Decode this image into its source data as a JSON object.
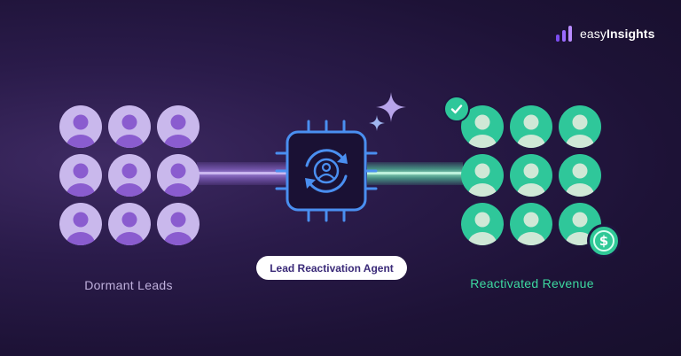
{
  "logo": {
    "brand_part1": "easy",
    "brand_part2": "Insights",
    "icon": "bar-chart-logo-icon"
  },
  "diagram": {
    "left_group": {
      "caption": "Dormant Leads",
      "avatar_count": 9,
      "color": "#c9b8ec",
      "figure_color": "#8a5ccf"
    },
    "agent": {
      "label": "Lead Reactivation Agent",
      "icon": "chip-refresh-user-icon",
      "color": "#4a8ff0"
    },
    "right_group": {
      "caption": "Reactivated Revenue",
      "avatar_count": 9,
      "color": "#2fc79a",
      "figure_color": "#cfe8d6"
    },
    "badges": {
      "check": "check-icon",
      "dollar": "$"
    },
    "sparkle_color": "#b7a4ea"
  }
}
